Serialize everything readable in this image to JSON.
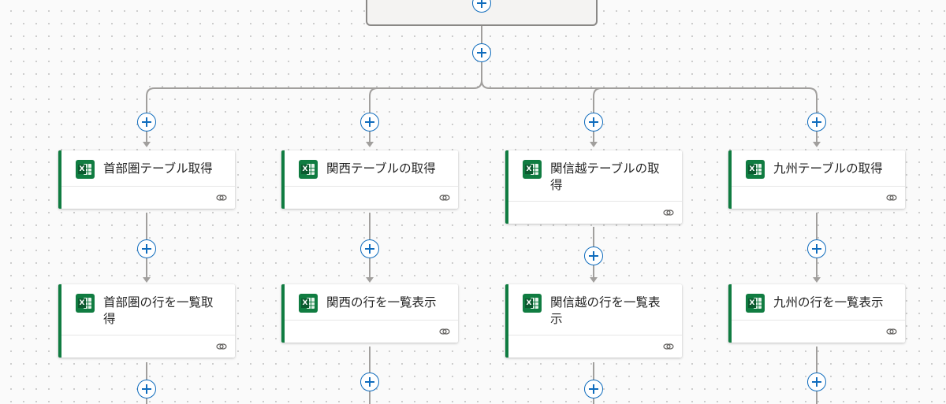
{
  "canvas": {
    "branches": [
      {
        "table_action": {
          "title": "首部圏テーブル取得"
        },
        "rows_action": {
          "title": "首部圏の行を一覧取得"
        }
      },
      {
        "table_action": {
          "title": "関西テーブルの取得"
        },
        "rows_action": {
          "title": "関西の行を一覧表示"
        }
      },
      {
        "table_action": {
          "title": "関信越テーブルの取得"
        },
        "rows_action": {
          "title": "関信越の行を一覧表示"
        }
      },
      {
        "table_action": {
          "title": "九州テーブルの取得"
        },
        "rows_action": {
          "title": "九州の行を一覧表示"
        }
      }
    ],
    "connector_icon": "excel-online-icon",
    "footer_icon": "link-icon",
    "add_button_icon": "plus-icon"
  },
  "colors": {
    "excel_accent": "#107c41",
    "add_button": "#0f6cbd",
    "connector_line": "#a19f9d"
  }
}
